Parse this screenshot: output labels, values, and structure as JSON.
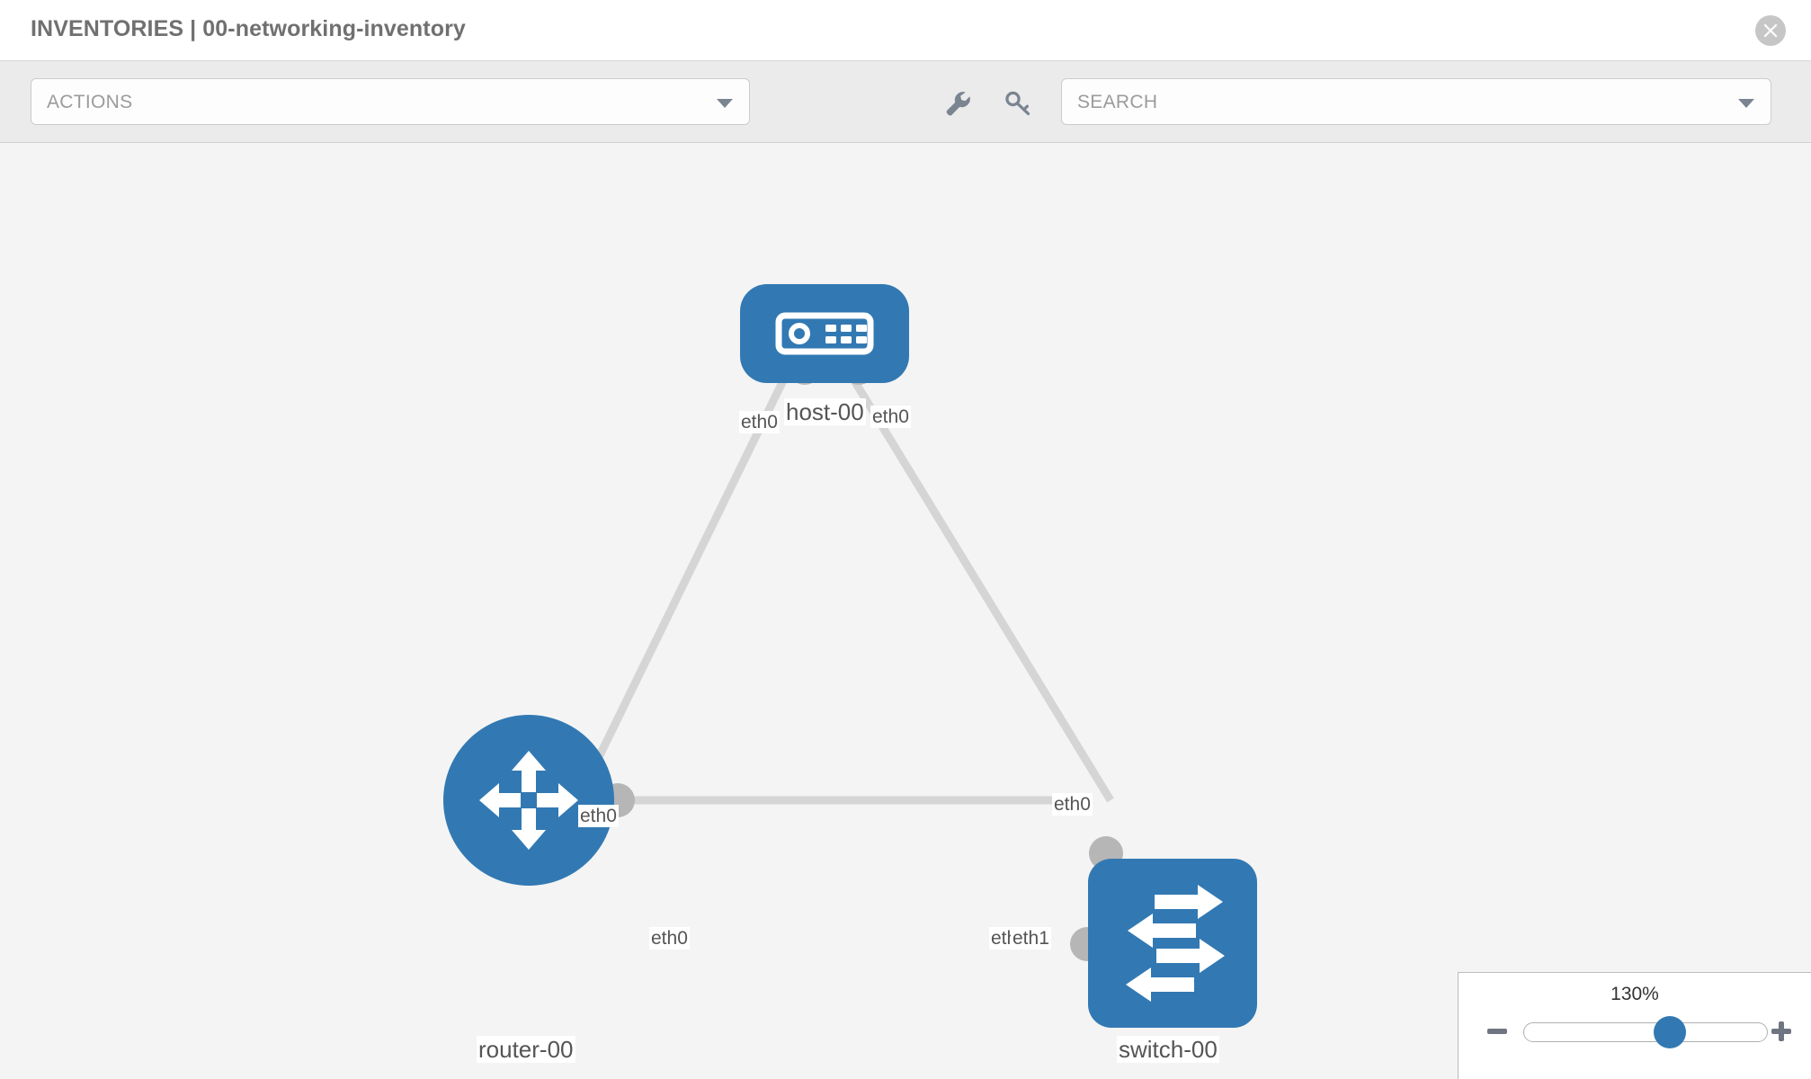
{
  "header": {
    "title": "INVENTORIES | 00-networking-inventory",
    "close_icon": "close-circle-icon"
  },
  "toolbar": {
    "actions_label": "ACTIONS",
    "actions_caret_icon": "chevron-down-icon",
    "wrench_icon": "wrench-icon",
    "key_icon": "key-icon",
    "search_placeholder": "SEARCH",
    "search_value": "",
    "search_caret_icon": "chevron-down-icon"
  },
  "topology": {
    "nodes": [
      {
        "id": "host-00",
        "label": "host-00",
        "type": "host",
        "icon": "server-icon"
      },
      {
        "id": "router-00",
        "label": "router-00",
        "type": "router",
        "icon": "router-arrows-icon"
      },
      {
        "id": "switch-00",
        "label": "switch-00",
        "type": "switch",
        "icon": "switch-arrows-icon"
      }
    ],
    "links": [
      {
        "from": "host-00",
        "from_iface": "eth0",
        "to": "router-00",
        "to_iface": "eth0"
      },
      {
        "from": "host-00",
        "from_iface": "eth0",
        "to": "switch-00",
        "to_iface": "eth0"
      },
      {
        "from": "router-00",
        "from_iface": "eth0",
        "to": "switch-00",
        "to_iface": "eth1"
      }
    ],
    "iface_labels": {
      "host_left": "eth0",
      "host_right": "eth0",
      "router_up": "eth0",
      "switch_up": "eth0",
      "router_right": "eth0",
      "switch_left_a": "eth",
      "switch_left_b": "eth1"
    },
    "colors": {
      "node_blue": "#3279b3",
      "port_gray": "#b6b6b6",
      "edge_gray": "#d5d5d5",
      "canvas_bg": "#f4f4f4"
    }
  },
  "zoom_control": {
    "value_label": "130%",
    "minus_icon": "minus-icon",
    "plus_icon": "plus-icon",
    "thumb_position_pct": 60
  }
}
